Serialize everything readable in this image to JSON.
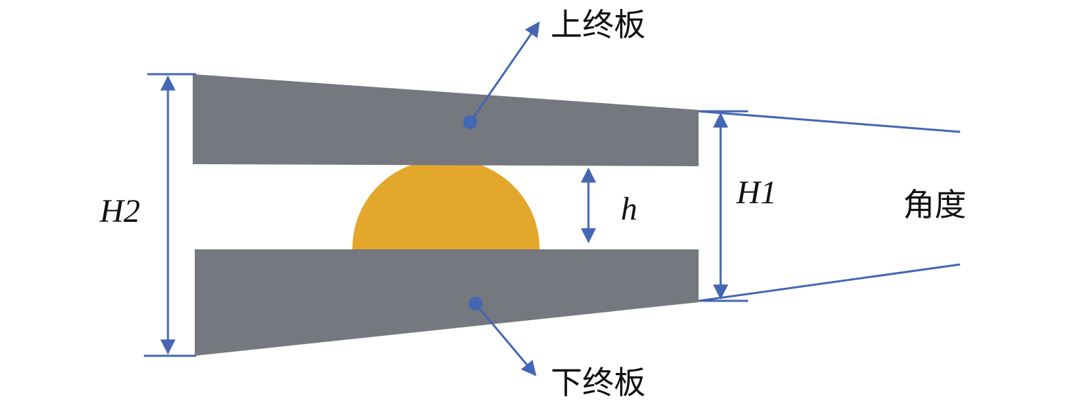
{
  "labels": {
    "upper_plate": "上终板",
    "lower_plate": "下终板",
    "h2": "H2",
    "h1": "H1",
    "h": "h",
    "angle": "角度"
  },
  "colors": {
    "plate": "#75787f",
    "disc": "#e3a72b",
    "line": "#4466b3",
    "text": "#111111"
  }
}
